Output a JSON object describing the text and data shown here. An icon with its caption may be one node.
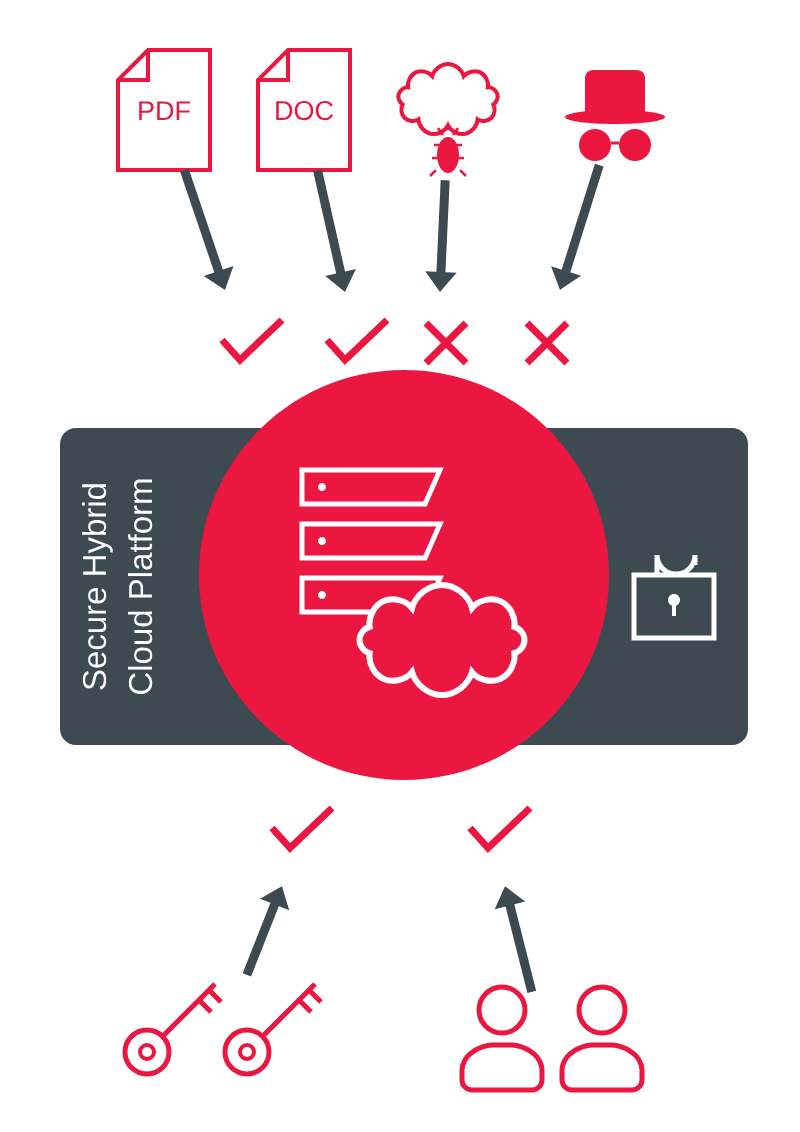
{
  "diagram": {
    "nodes": [
      {
        "text": [
          "PDF"
        ]
      },
      {
        "text": [
          "DOC"
        ]
      },
      {
        "text": [],
        "shape": "cloud"
      },
      {
        "text": [],
        "shape": "person"
      },
      {
        "text": [
          "Secure Hybrid Cloud Platform"
        ]
      },
      {
        "text": [],
        "shape": "circle"
      },
      {
        "text": [],
        "shape": "key"
      },
      {
        "text": [],
        "shape": "person"
      }
    ],
    "edges": [
      {
        "from": 0,
        "to": null,
        "arrow": "to"
      },
      {
        "from": 1,
        "to": null,
        "arrow": "to"
      },
      {
        "from": 2,
        "to": null,
        "arrow": "to"
      },
      {
        "from": 3,
        "to": null,
        "arrow": "to"
      },
      {
        "from": 6,
        "to": null,
        "arrow": "to"
      },
      {
        "from": 7,
        "to": null,
        "arrow": "to"
      }
    ]
  }
}
